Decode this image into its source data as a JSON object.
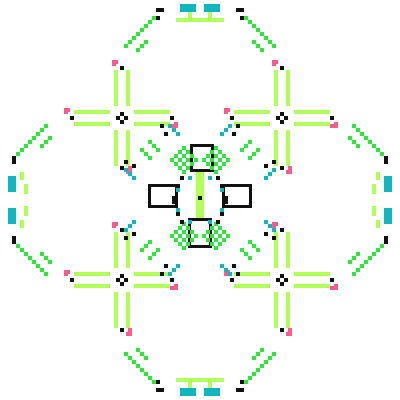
{
  "app": {
    "name": ""
  },
  "palette": {
    "lime": "#b2ff59",
    "green": "#2ee640",
    "black": "#111111",
    "cyan": "#11b6bf",
    "pink": "#ff5c8d",
    "background": "#ffffff"
  },
  "pattern": {
    "kind": "cellular-automaton-pixel-art",
    "symmetry": "4-fold",
    "components": [
      "petal-loops",
      "cross-motifs",
      "center-blocks",
      "diagonal-dot-chains",
      "corner-accents"
    ]
  }
}
